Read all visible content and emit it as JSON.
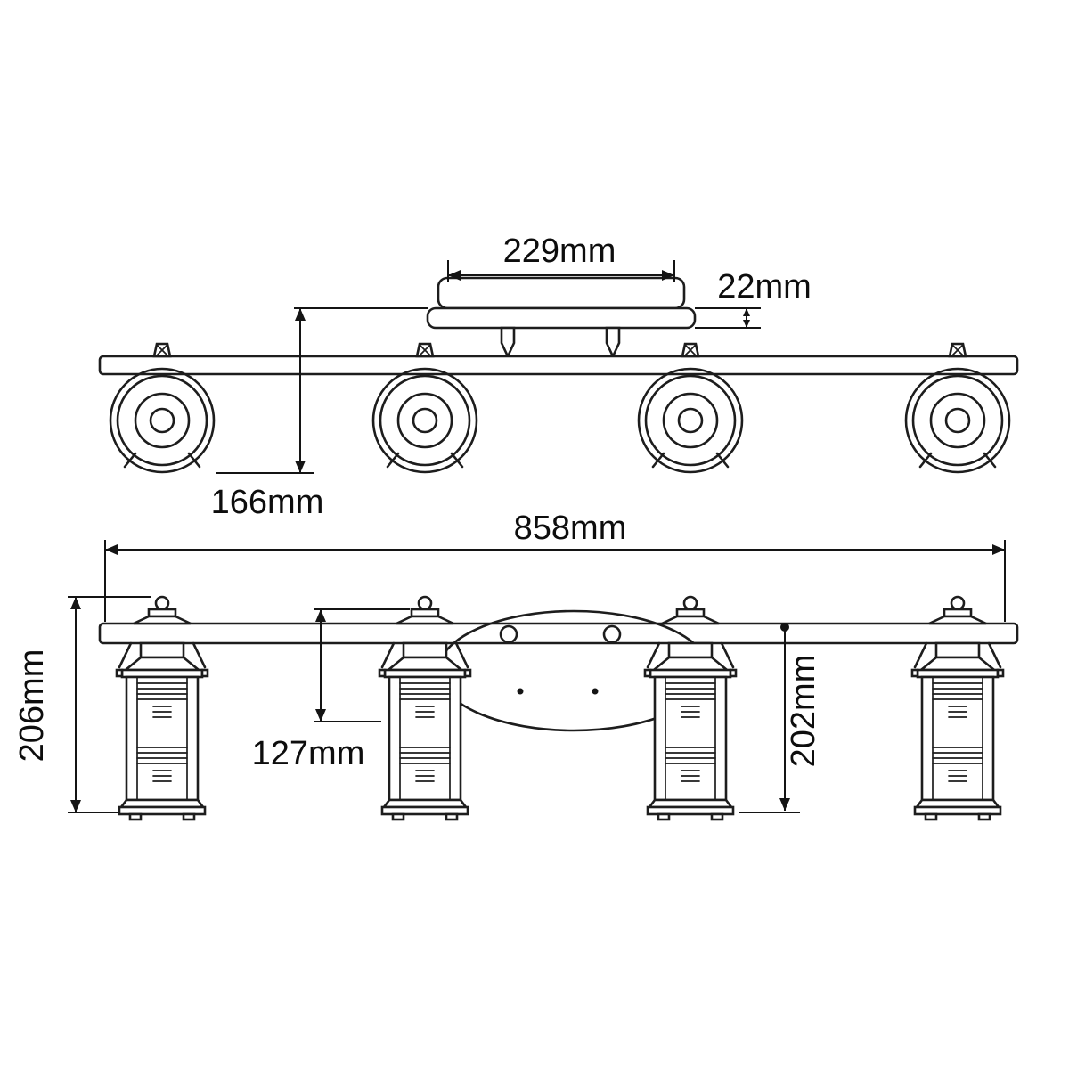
{
  "diagram": {
    "kind": "technical-dimension-drawing",
    "subject": "four-light lantern bath bar fixture, top view and front view",
    "dims": {
      "plate_width": "229mm",
      "plate_thickness": "22mm",
      "top_depth": "166mm",
      "overall_width": "858mm",
      "overall_height": "206mm",
      "backplate_height": "127mm",
      "lantern_drop": "202mm"
    },
    "colors": {
      "line": "#1d1d1d",
      "dimension": "#141414",
      "text": "#0d0d0d",
      "background": "#ffffff"
    }
  }
}
